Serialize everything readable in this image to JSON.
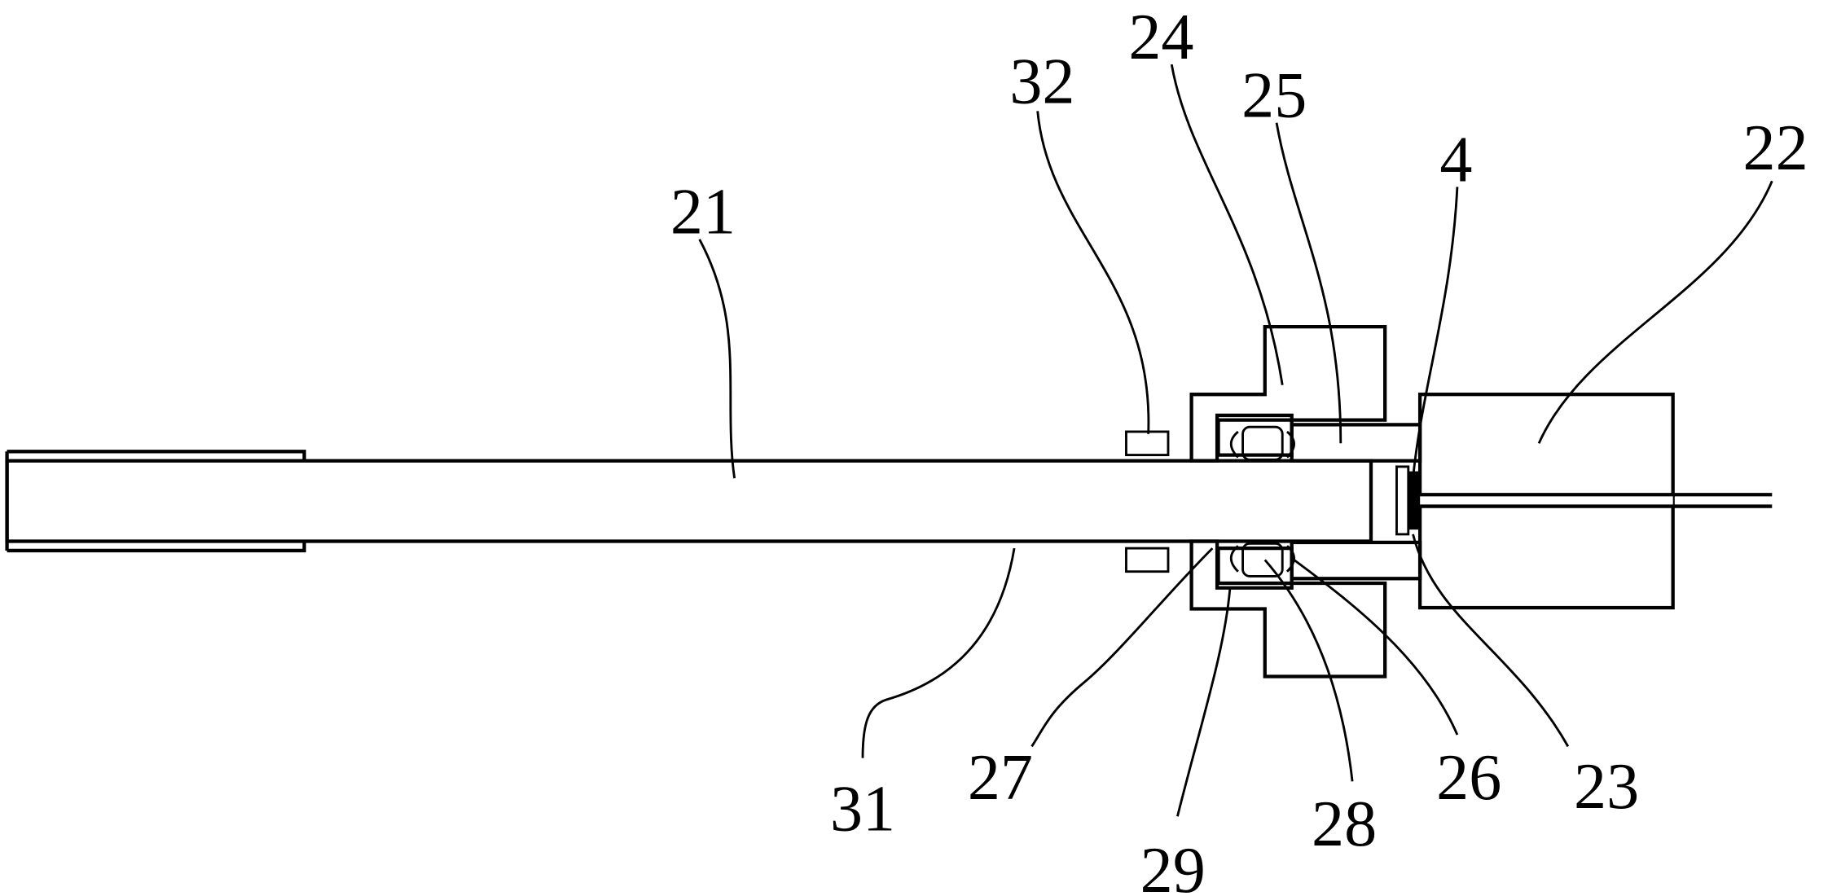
{
  "labels": {
    "l21": "21",
    "l22": "22",
    "l23": "23",
    "l24": "24",
    "l25": "25",
    "l26": "26",
    "l27": "27",
    "l28": "28",
    "l29": "29",
    "l31": "31",
    "l32": "32",
    "l4": "4"
  }
}
